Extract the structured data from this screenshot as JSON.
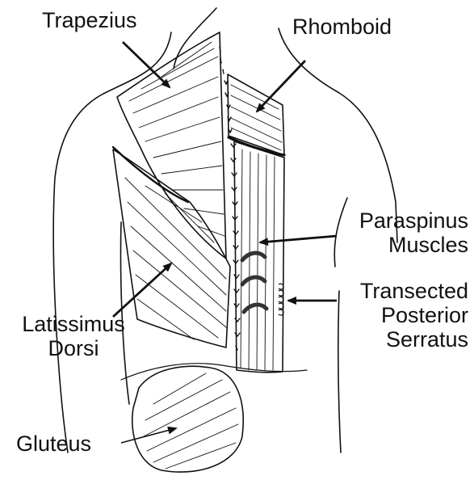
{
  "colors": {
    "ink": "#111111",
    "background": "#ffffff",
    "suture": "#333333"
  },
  "labels": {
    "trapezius": "Trapezius",
    "rhomboid": "Rhomboid",
    "paraspinus_line1": "Paraspinus",
    "paraspinus_line2": "Muscles",
    "transected_line1": "Transected",
    "transected_line2": "Posterior",
    "transected_line3": "Serratus",
    "latissimus_line1": "Latissimus",
    "latissimus_line2": "Dorsi",
    "gluteus": "Gluteus"
  }
}
